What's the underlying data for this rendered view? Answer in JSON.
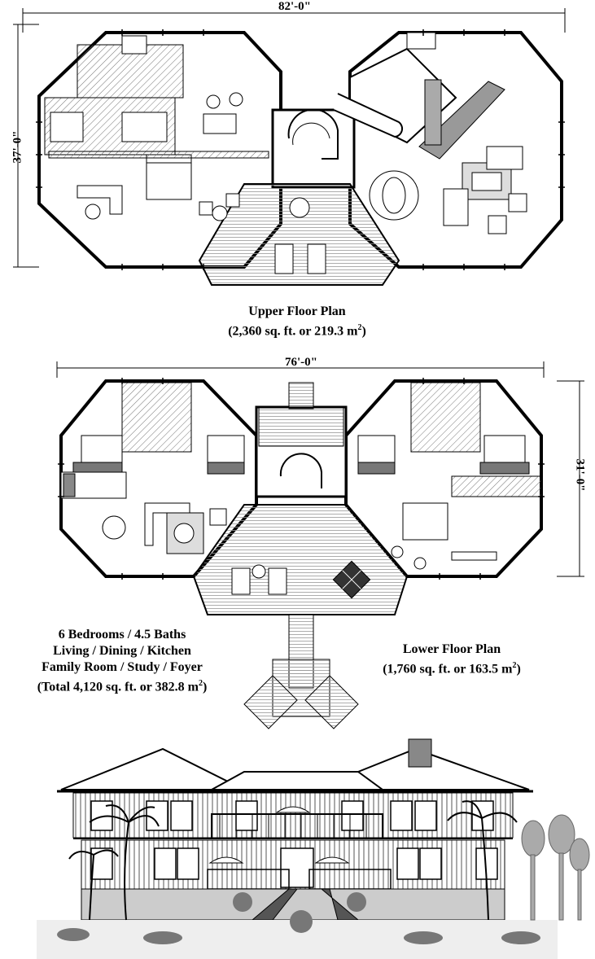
{
  "upper": {
    "width_dim": "82'-0\"",
    "height_dim": "37'-0\"",
    "title": "Upper Floor Plan",
    "area": "(2,360 sq. ft. or 219.3 m",
    "area_sup": "2",
    "area_end": ")"
  },
  "lower": {
    "width_dim": "76'-0\"",
    "height_dim": "31'-0\"",
    "title": "Lower Floor Plan",
    "area": "(1,760 sq. ft. or 163.5 m",
    "area_sup": "2",
    "area_end": ")"
  },
  "summary": {
    "line1": "6 Bedrooms / 4.5 Baths",
    "line2": "Living  / Dining / Kitchen",
    "line3": "Family Room / Study / Foyer",
    "line4": "(Total 4,120 sq. ft. or 382.8 m",
    "line4_sup": "2",
    "line4_end": ")"
  }
}
